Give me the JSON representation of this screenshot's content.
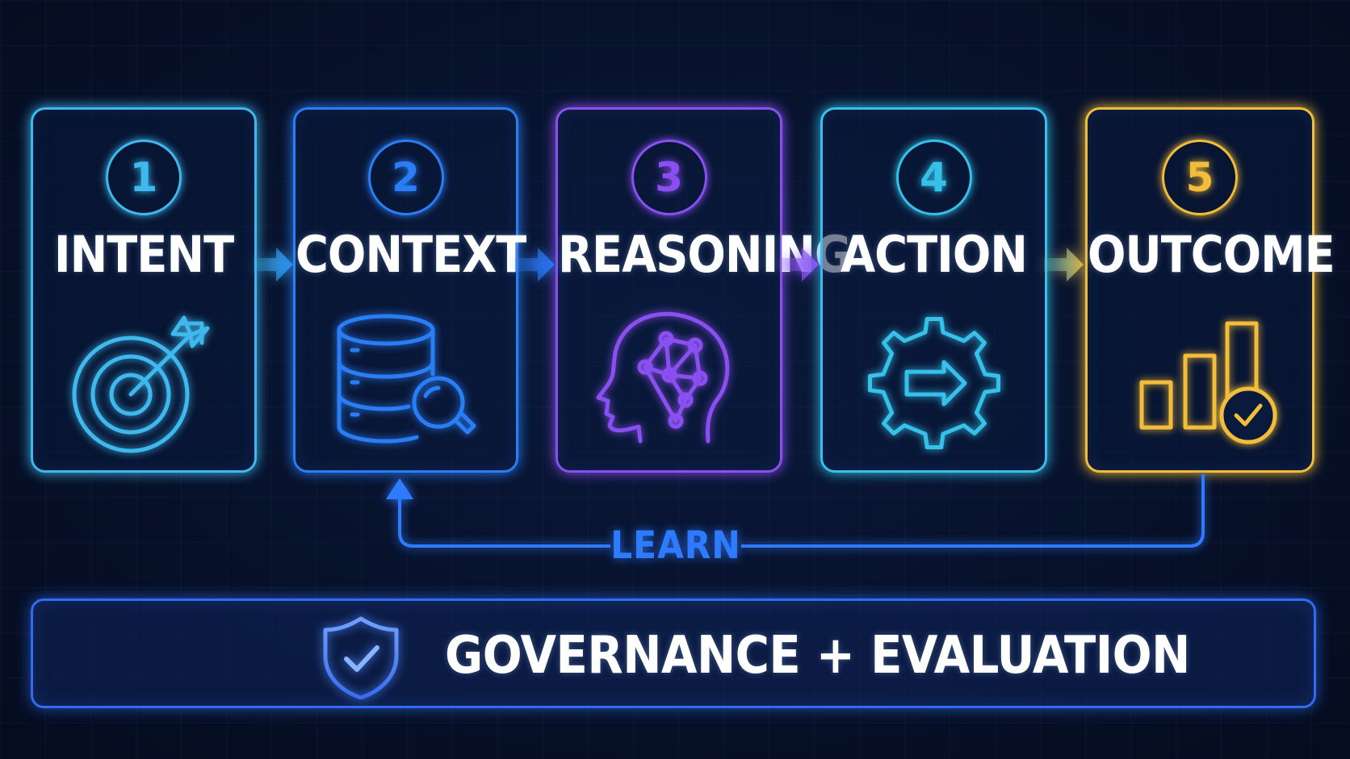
{
  "steps": [
    {
      "number": "1",
      "title": "INTENT",
      "icon": "target-icon",
      "color": "#3fb8ee"
    },
    {
      "number": "2",
      "title": "CONTEXT",
      "icon": "database-search-icon",
      "color": "#2a7ef5"
    },
    {
      "number": "3",
      "title": "REASONING",
      "icon": "brain-network-icon",
      "color": "#8a4ff0"
    },
    {
      "number": "4",
      "title": "ACTION",
      "icon": "gear-arrow-icon",
      "color": "#36c0ea"
    },
    {
      "number": "5",
      "title": "OUTCOME",
      "icon": "bar-chart-check-icon",
      "color": "#f2bd3a"
    }
  ],
  "loop": {
    "label": "LEARN",
    "color": "#2f7bff"
  },
  "governance": {
    "label": "GOVERNANCE + EVALUATION",
    "icon": "shield-check-icon",
    "color": "#2f6cf0"
  }
}
